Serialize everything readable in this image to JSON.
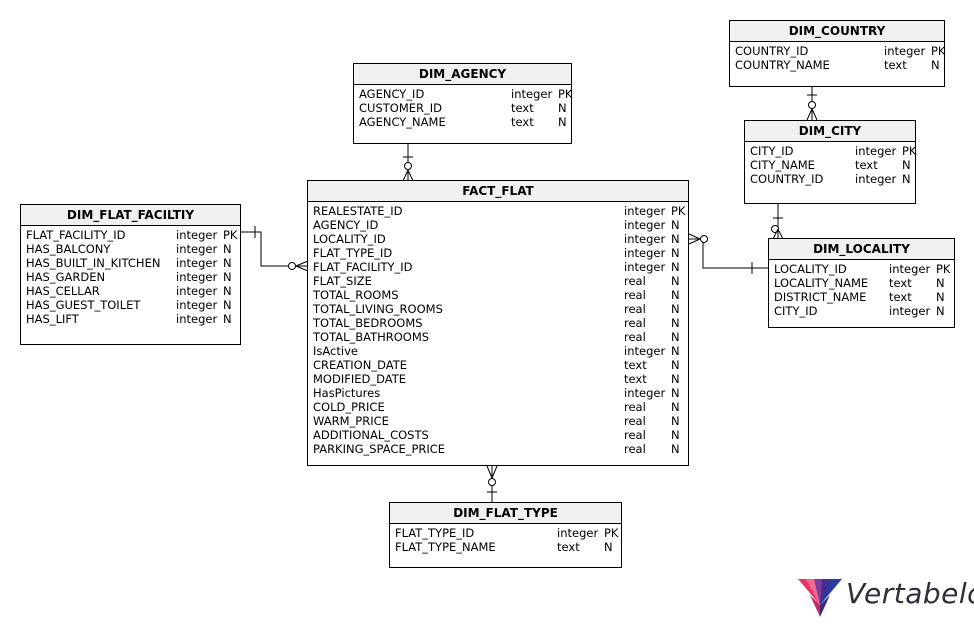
{
  "brand": "Vertabelo",
  "tables": {
    "dim_country": {
      "name": "DIM_COUNTRY",
      "columns": [
        {
          "name": "COUNTRY_ID",
          "type": "integer",
          "key": "PK"
        },
        {
          "name": "COUNTRY_NAME",
          "type": "text",
          "key": "N"
        }
      ]
    },
    "dim_agency": {
      "name": "DIM_AGENCY",
      "columns": [
        {
          "name": "AGENCY_ID",
          "type": "integer",
          "key": "PK"
        },
        {
          "name": "CUSTOMER_ID",
          "type": "text",
          "key": "N"
        },
        {
          "name": "AGENCY_NAME",
          "type": "text",
          "key": "N"
        }
      ]
    },
    "dim_city": {
      "name": "DIM_CITY",
      "columns": [
        {
          "name": "CITY_ID",
          "type": "integer",
          "key": "PK"
        },
        {
          "name": "CITY_NAME",
          "type": "text",
          "key": "N"
        },
        {
          "name": "COUNTRY_ID",
          "type": "integer",
          "key": "N"
        }
      ]
    },
    "dim_flat_facility": {
      "name": "DIM_FLAT_FACILTIY",
      "columns": [
        {
          "name": "FLAT_FACILITY_ID",
          "type": "integer",
          "key": "PK"
        },
        {
          "name": "HAS_BALCONY",
          "type": "integer",
          "key": "N"
        },
        {
          "name": "HAS_BUILT_IN_KITCHEN",
          "type": "integer",
          "key": "N"
        },
        {
          "name": "HAS_GARDEN",
          "type": "integer",
          "key": "N"
        },
        {
          "name": "HAS_CELLAR",
          "type": "integer",
          "key": "N"
        },
        {
          "name": "HAS_GUEST_TOILET",
          "type": "integer",
          "key": "N"
        },
        {
          "name": "HAS_LIFT",
          "type": "integer",
          "key": "N"
        }
      ]
    },
    "fact_flat": {
      "name": "FACT_FLAT",
      "columns": [
        {
          "name": "REALESTATE_ID",
          "type": "integer",
          "key": "PK"
        },
        {
          "name": "AGENCY_ID",
          "type": "integer",
          "key": "N"
        },
        {
          "name": "LOCALITY_ID",
          "type": "integer",
          "key": "N"
        },
        {
          "name": "FLAT_TYPE_ID",
          "type": "integer",
          "key": "N"
        },
        {
          "name": "FLAT_FACILITY_ID",
          "type": "integer",
          "key": "N"
        },
        {
          "name": "FLAT_SIZE",
          "type": "real",
          "key": "N"
        },
        {
          "name": "TOTAL_ROOMS",
          "type": "real",
          "key": "N"
        },
        {
          "name": "TOTAL_LIVING_ROOMS",
          "type": "real",
          "key": "N"
        },
        {
          "name": "TOTAL_BEDROOMS",
          "type": "real",
          "key": "N"
        },
        {
          "name": "TOTAL_BATHROOMS",
          "type": "real",
          "key": "N"
        },
        {
          "name": "IsActive",
          "type": "integer",
          "key": "N"
        },
        {
          "name": "CREATION_DATE",
          "type": "text",
          "key": "N"
        },
        {
          "name": "MODIFIED_DATE",
          "type": "text",
          "key": "N"
        },
        {
          "name": "HasPictures",
          "type": "integer",
          "key": "N"
        },
        {
          "name": "COLD_PRICE",
          "type": "real",
          "key": "N"
        },
        {
          "name": "WARM_PRICE",
          "type": "real",
          "key": "N"
        },
        {
          "name": "ADDITIONAL_COSTS",
          "type": "real",
          "key": "N"
        },
        {
          "name": "PARKING_SPACE_PRICE",
          "type": "real",
          "key": "N"
        }
      ]
    },
    "dim_locality": {
      "name": "DIM_LOCALITY",
      "columns": [
        {
          "name": "LOCALITY_ID",
          "type": "integer",
          "key": "PK"
        },
        {
          "name": "LOCALITY_NAME",
          "type": "text",
          "key": "N"
        },
        {
          "name": "DISTRICT_NAME",
          "type": "text",
          "key": "N"
        },
        {
          "name": "CITY_ID",
          "type": "integer",
          "key": "N"
        }
      ]
    },
    "dim_flat_type": {
      "name": "DIM_FLAT_TYPE",
      "columns": [
        {
          "name": "FLAT_TYPE_ID",
          "type": "integer",
          "key": "PK"
        },
        {
          "name": "FLAT_TYPE_NAME",
          "type": "text",
          "key": "N"
        }
      ]
    }
  }
}
